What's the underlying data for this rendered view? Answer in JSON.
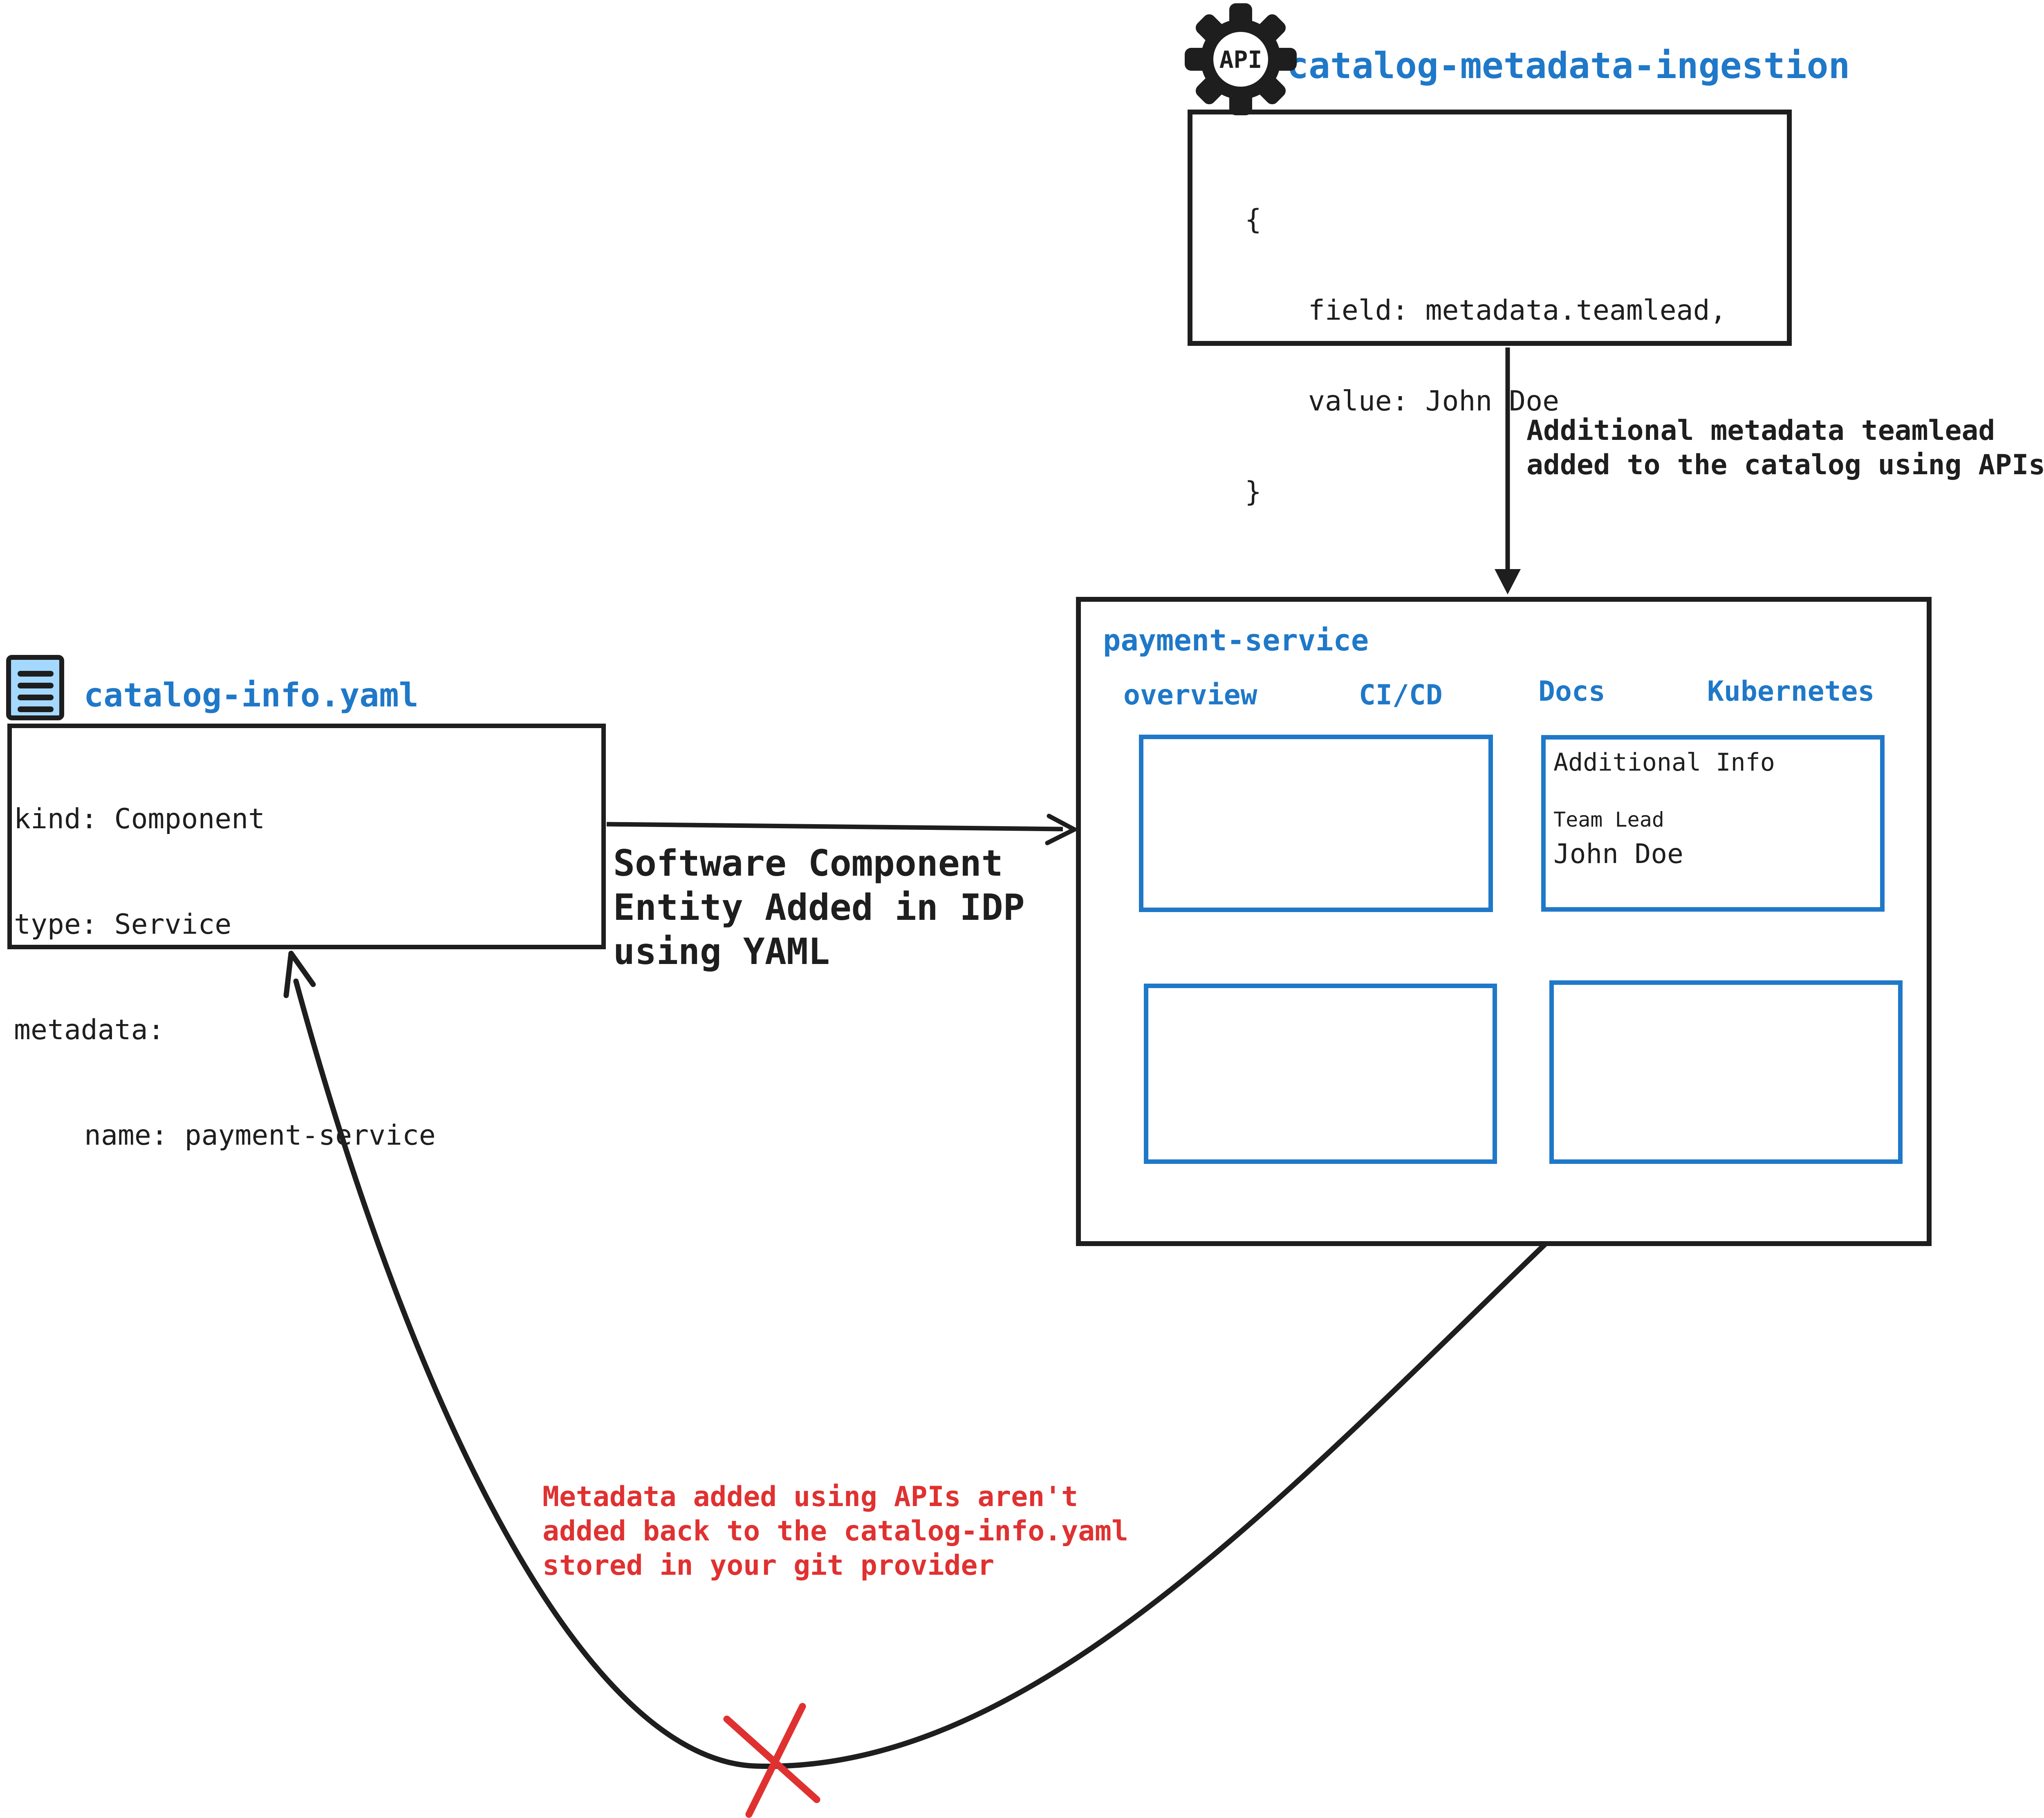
{
  "colors": {
    "black": "#1e1e1e",
    "blue": "#1f78c8",
    "red": "#e03131",
    "icon_blue": "#a5d8ff"
  },
  "api_service": {
    "icon_text": "API",
    "title": "catalog-metadata-ingestion",
    "code_lines": [
      "{",
      "field: metadata.teamlead,",
      "value: John Doe",
      "}"
    ]
  },
  "api_arrow": {
    "label_line1": "Additional metadata teamlead",
    "label_line2": "added to the catalog using APIs"
  },
  "idp_card": {
    "title": "payment-service",
    "tabs": [
      "overview",
      "CI/CD",
      "Docs",
      "Kubernetes"
    ],
    "additional_info": {
      "heading": "Additional Info",
      "field_label": "Team Lead",
      "field_value": "John Doe"
    }
  },
  "catalog_file": {
    "title": "catalog-info.yaml",
    "yaml_lines": [
      "kind: Component",
      "type: Service",
      "metadata:",
      "name: payment-service"
    ]
  },
  "yaml_arrow": {
    "label_line1": "Software Component",
    "label_line2": "Entity Added in IDP",
    "label_line3": "using YAML"
  },
  "feedback_note": {
    "line1": "Metadata added using APIs aren't",
    "line2": "added back to the catalog-info.yaml",
    "line3": "stored in your git provider"
  }
}
